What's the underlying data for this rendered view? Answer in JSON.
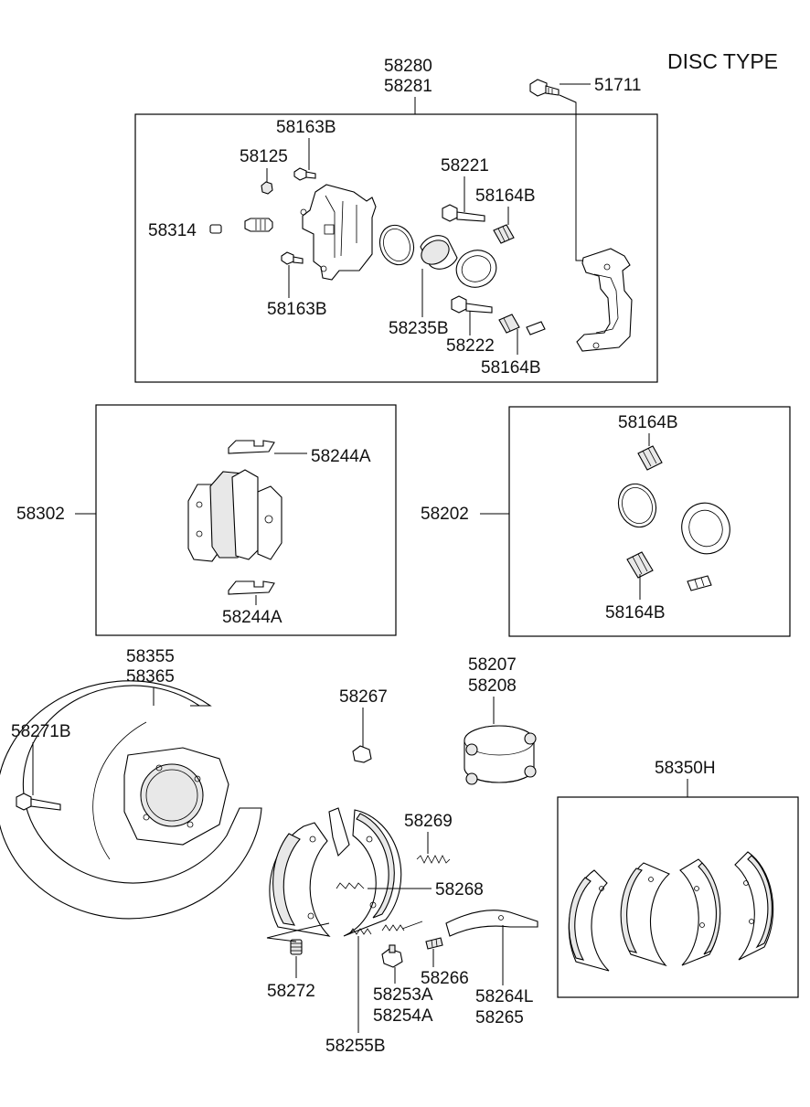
{
  "title": "DISC TYPE",
  "labels": {
    "caliper_assy_1": "58280",
    "caliper_assy_2": "58281",
    "bolt_51711": "51711",
    "bolt_58163b_top": "58163B",
    "cap_58125": "58125",
    "bleeder_58314": "58314",
    "bolt_58163b_bottom": "58163B",
    "pin_58221": "58221",
    "boot_58164b_top": "58164B",
    "piston_58235b": "58235B",
    "pin_58222": "58222",
    "boot_58164b_bottom": "58164B",
    "clip_58244a_top": "58244A",
    "pad_kit_58302": "58302",
    "clip_58244a_bottom": "58244A",
    "seal_kit_58202": "58202",
    "kit_boot_top": "58164B",
    "kit_boot_bottom": "58164B",
    "backing_plate_1": "58355",
    "backing_plate_2": "58365",
    "bolt_58271b": "58271B",
    "nut_58267": "58267",
    "drum_1": "58207",
    "drum_2": "58208",
    "shoe_kit_58350h": "58350H",
    "spring_58269": "58269",
    "spring_58268": "58268",
    "spring_58272": "58272",
    "spring_58266": "58266",
    "adjuster_1": "58253A",
    "adjuster_2": "58254A",
    "lever_1": "58264L",
    "lever_2": "58265",
    "spring_58255b": "58255B"
  }
}
